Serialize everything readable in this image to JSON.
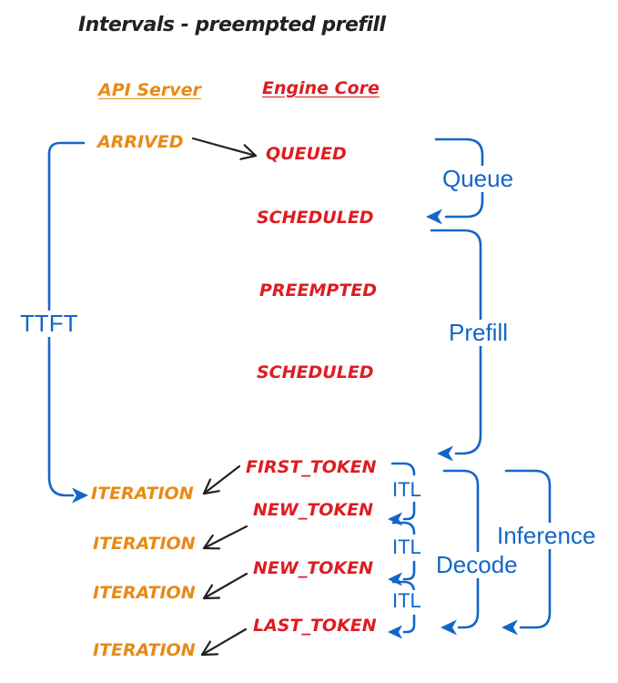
{
  "title": "Intervals - preempted prefill",
  "columns": {
    "api_server": "API Server",
    "engine_core": "Engine Core"
  },
  "api_events": {
    "arrived": "ARRIVED",
    "iteration1": "ITERATION",
    "iteration2": "ITERATION",
    "iteration3": "ITERATION",
    "iteration4": "ITERATION"
  },
  "engine_events": {
    "queued": "QUEUED",
    "scheduled1": "SCHEDULED",
    "preempted": "PREEMPTED",
    "scheduled2": "SCHEDULED",
    "first_token": "FIRST_TOKEN",
    "new_token1": "NEW_TOKEN",
    "new_token2": "NEW_TOKEN",
    "last_token": "LAST_TOKEN"
  },
  "intervals": {
    "ttft": "TTFT",
    "queue": "Queue",
    "prefill": "Prefill",
    "itl1": "ITL",
    "itl2": "ITL",
    "itl3": "ITL",
    "decode": "Decode",
    "inference": "Inference"
  },
  "colors": {
    "orange": "#E88A16",
    "red": "#DD1D22",
    "blue": "#1266C8",
    "black": "#212121",
    "background": "#FFFFFF"
  }
}
